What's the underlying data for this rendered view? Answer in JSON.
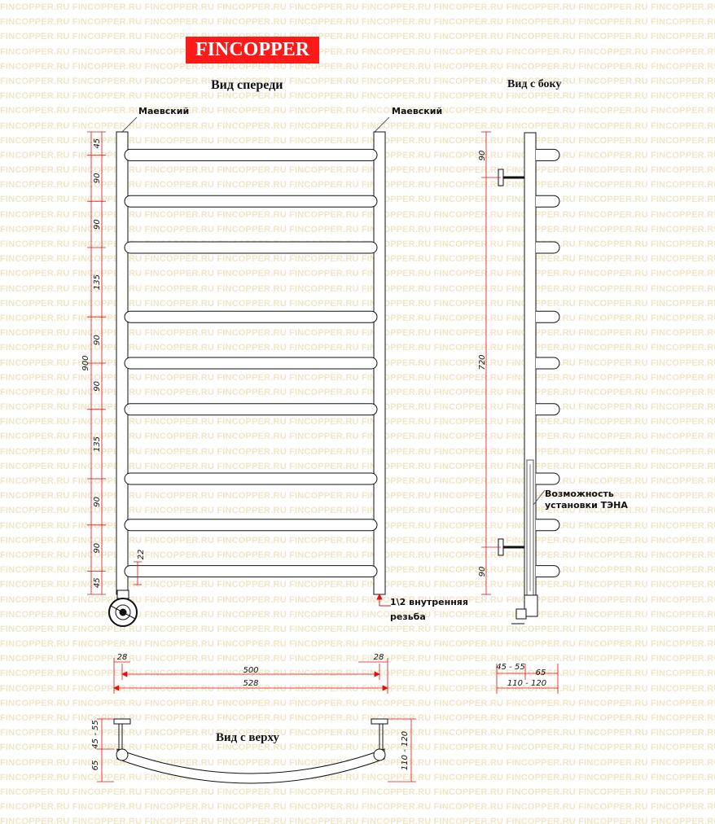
{
  "watermark_text": "FINCOPPER.RU",
  "brand": "FINCOPPER",
  "titles": {
    "front": "Вид спереди",
    "side": "Вид с боку",
    "top": "Вид с верху"
  },
  "labels": {
    "mayevsky_left": "Маевский",
    "mayevsky_right": "Маевский",
    "thread": "1\\2 внутренняя",
    "thread2": "резьба",
    "heater": "Возможность",
    "heater2": "установки ТЭНА"
  },
  "front_dims": {
    "total_height": "900",
    "segments": [
      "45",
      "90",
      "90",
      "135",
      "90",
      "90",
      "135",
      "90",
      "90",
      "45"
    ],
    "bottom_offset": "22",
    "width_inner": "500",
    "width_total": "528",
    "pipe_left": "28",
    "pipe_right": "28"
  },
  "side_dims": {
    "total": "720",
    "top": "90",
    "bottom": "90",
    "wall_gap": "45 - 55",
    "depth": "65",
    "total_depth": "110 - 120"
  },
  "top_dims": {
    "wall_gap": "45 - 55",
    "depth": "65",
    "total_depth": "110 - 120"
  },
  "colors": {
    "dimension": "#e01010",
    "outline": "#111111",
    "brand_bg": "#ff1a1a",
    "watermark": "#efe6c6"
  }
}
